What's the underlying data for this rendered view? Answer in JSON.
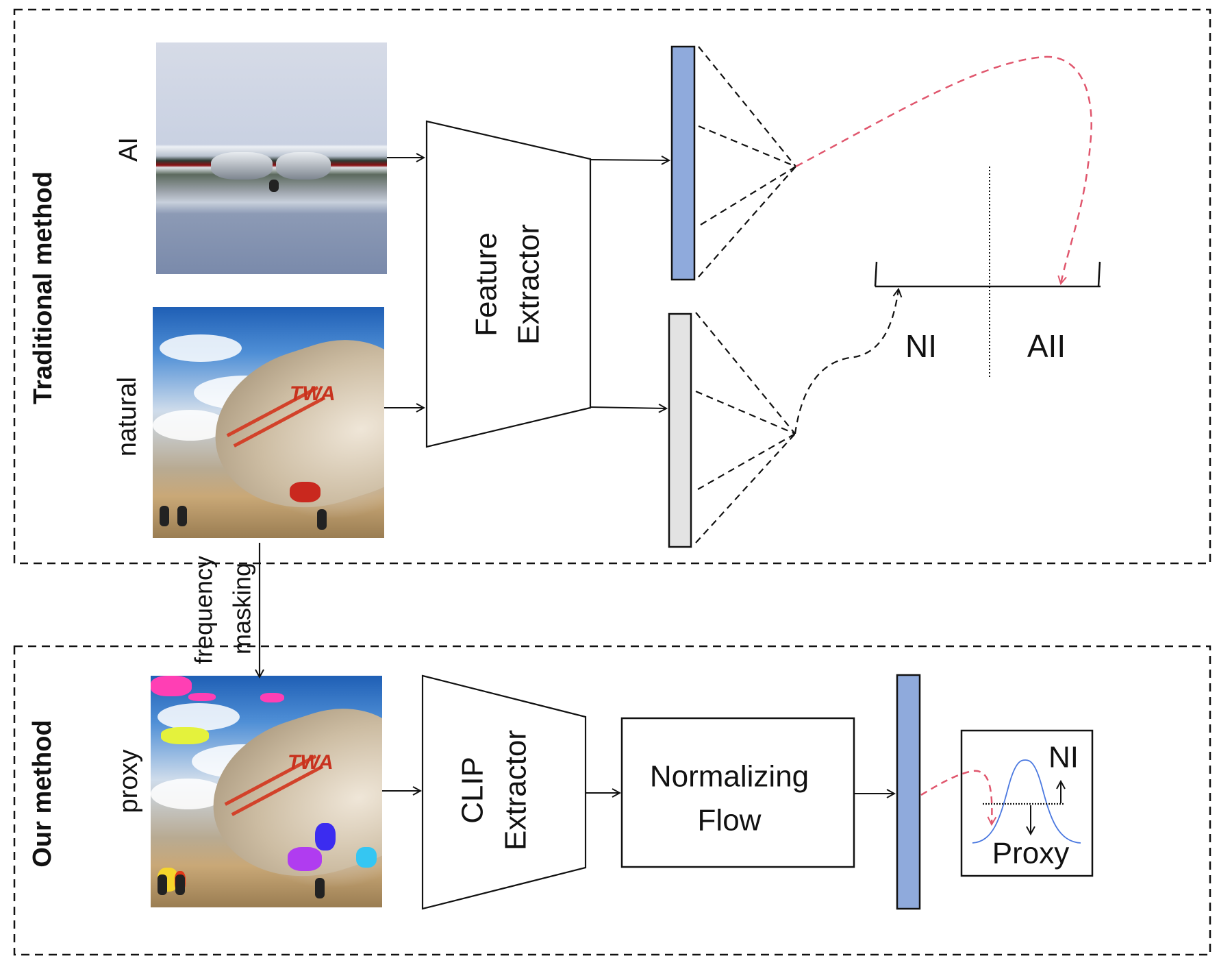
{
  "sections": {
    "traditional": {
      "title": "Traditional method"
    },
    "ours": {
      "title": "Our method"
    }
  },
  "inputs": {
    "ai_label": "AI",
    "natural_label": "natural",
    "proxy_label": "proxy"
  },
  "transform": {
    "line1": "frequency",
    "line2": "masking"
  },
  "modules": {
    "feature_extractor": {
      "line1": "Feature",
      "line2": "Extractor"
    },
    "clip_extractor": {
      "line1": "CLIP",
      "line2": "Extractor"
    },
    "normalizing_flow": {
      "line1": "Normalizing",
      "line2": "Flow"
    }
  },
  "decision_axis": {
    "left_label": "NI",
    "right_label": "AII"
  },
  "density_box": {
    "upper_label": "NI",
    "lower_label": "Proxy"
  },
  "colors": {
    "ai_feature_bar": "#8faadc",
    "natural_feature_bar": "#e3e3e3",
    "ai_path": "#e0566d",
    "density_curve": "#4a78e0",
    "stroke": "#111111"
  }
}
